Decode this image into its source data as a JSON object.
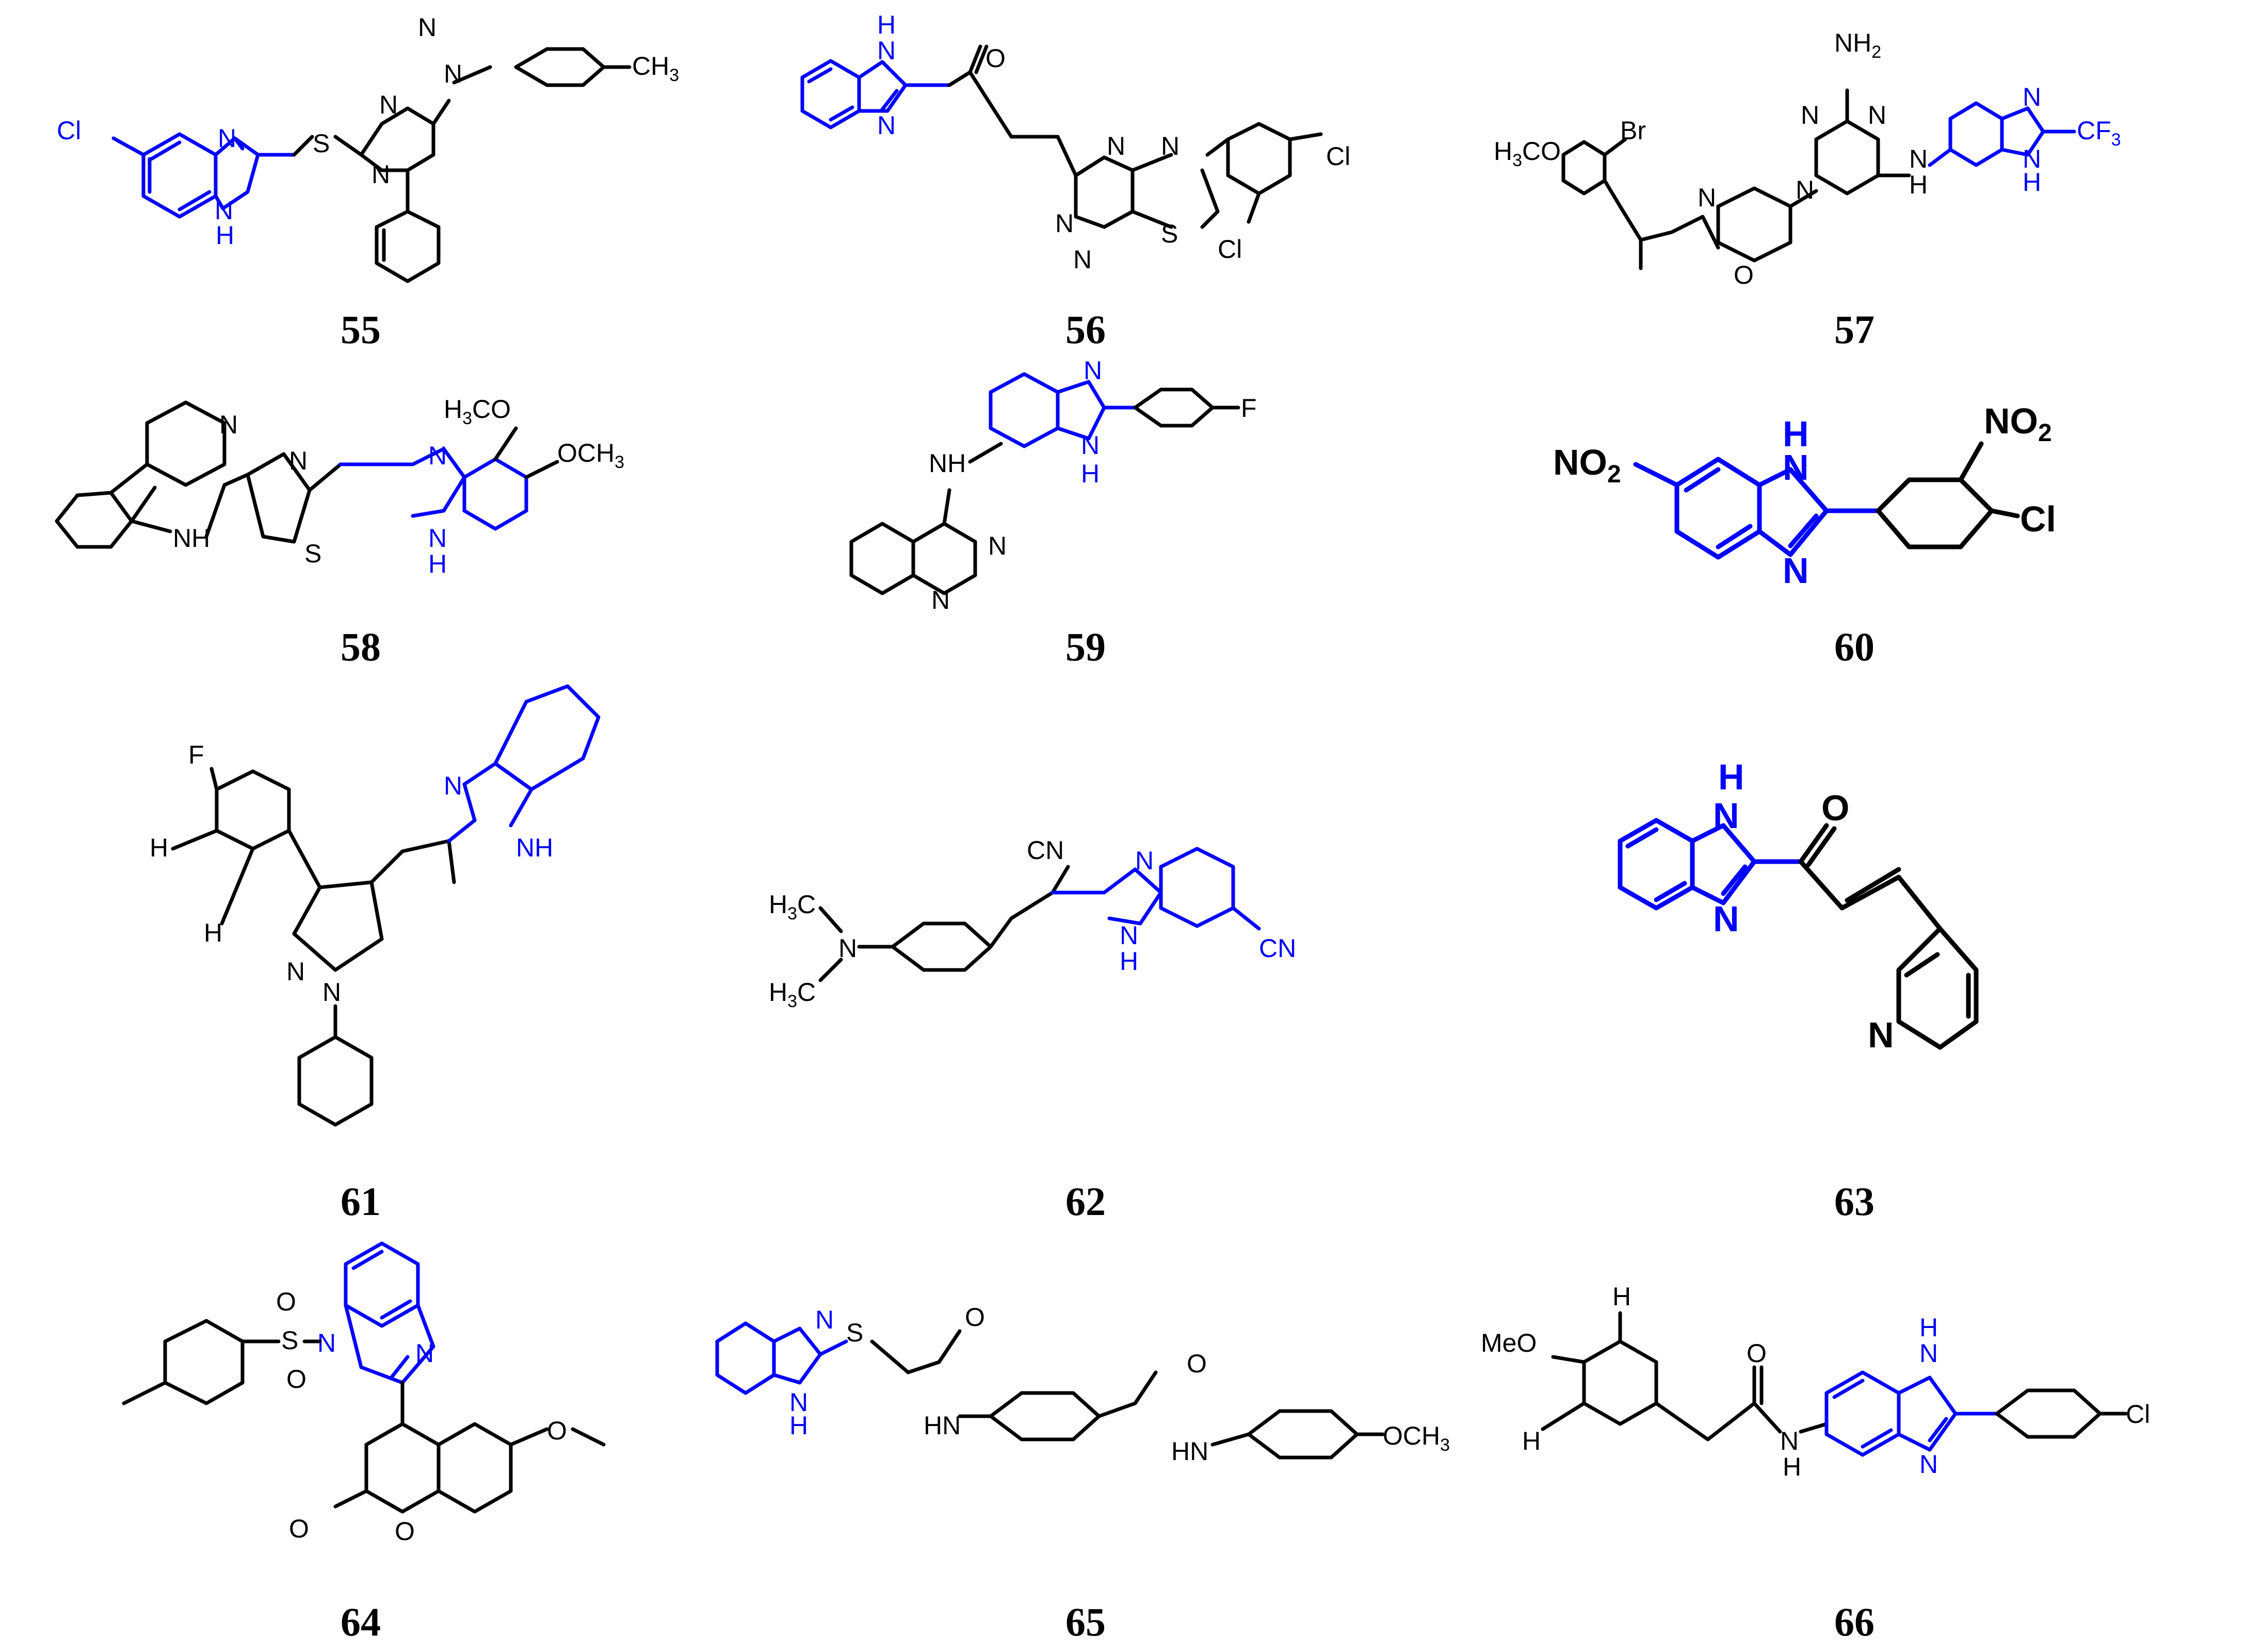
{
  "colors": {
    "scaffold": "#0000ff",
    "substituent": "#000000",
    "background": "#ffffff"
  },
  "compounds": [
    {
      "id": "55",
      "atoms": {
        "cl": "Cl",
        "n_ring": "N",
        "nh": "N",
        "h": "H",
        "s": "S",
        "n1": "N",
        "n2": "N",
        "n3": "N",
        "n_hyd": "N",
        "ch3": "CH",
        "ch3_sub": "3"
      }
    },
    {
      "id": "56",
      "atoms": {
        "h": "H",
        "n1": "N",
        "n2": "N",
        "o": "O",
        "n3": "N",
        "n4": "N",
        "n5": "N",
        "n6": "N",
        "s": "S",
        "cl1": "Cl",
        "cl2": "Cl"
      }
    },
    {
      "id": "57",
      "atoms": {
        "nh2": "NH",
        "nh2_sub": "2",
        "br": "Br",
        "h3co": "H",
        "h3co_sub": "3",
        "h3co_rest": "CO",
        "n1": "N",
        "n2": "N",
        "n_pip1": "N",
        "n_pip2": "N",
        "n_am": "N",
        "h_am": "H",
        "o": "O",
        "n_bz": "N",
        "cf3": "CF",
        "cf3_sub": "3",
        "n_bz2": "N",
        "h_bz": "H"
      }
    },
    {
      "id": "58",
      "atoms": {
        "n_pyr": "N",
        "nh": "NH",
        "n_thz": "N",
        "s": "S",
        "h3co": "H",
        "h3co_sub": "3",
        "h3co_rest": "CO",
        "och3": "OCH",
        "och3_sub": "3",
        "n_bz": "N",
        "n_bz2": "N",
        "h_bz": "H"
      }
    },
    {
      "id": "59",
      "atoms": {
        "nh": "NH",
        "n1": "N",
        "n2": "N",
        "n_bz": "N",
        "n_bz2": "N",
        "h_bz": "H",
        "f": "F"
      }
    },
    {
      "id": "60",
      "atoms": {
        "no2_left": "NO",
        "no2_left_sub": "2",
        "h": "H",
        "n1": "N",
        "n2": "N",
        "no2_right": "NO",
        "no2_right_sub": "2",
        "cl": "Cl"
      }
    },
    {
      "id": "61",
      "atoms": {
        "f": "F",
        "h1": "H",
        "h2": "H",
        "n_bz": "N",
        "nh": "NH",
        "n1": "N",
        "n2": "N"
      }
    },
    {
      "id": "62",
      "atoms": {
        "h3c1": "H",
        "h3c1_sub": "3",
        "h3c1_rest": "C",
        "h3c2": "H",
        "h3c2_sub": "3",
        "h3c2_rest": "C",
        "n": "N",
        "cn1": "CN",
        "n_bz": "N",
        "n_bz2": "N",
        "h_bz": "H",
        "cn2": "CN"
      }
    },
    {
      "id": "63",
      "atoms": {
        "h": "H",
        "n1": "N",
        "n2": "N",
        "o": "O",
        "n_pyr": "N"
      }
    },
    {
      "id": "64",
      "atoms": {
        "o1": "O",
        "s": "S",
        "o2": "O",
        "n1": "N",
        "n2": "N",
        "o_ring": "O",
        "o_co": "O",
        "o_me": "O"
      }
    },
    {
      "id": "65",
      "atoms": {
        "n1": "N",
        "n2": "N",
        "h": "H",
        "s": "S",
        "o1": "O",
        "hn1": "HN",
        "o2": "O",
        "hn2": "HN",
        "och3": "OCH",
        "och3_sub": "3"
      }
    },
    {
      "id": "66",
      "atoms": {
        "meo": "MeO",
        "h1": "H",
        "h2": "H",
        "o": "O",
        "nh_n": "N",
        "nh_h": "H",
        "h_bz": "H",
        "n_bz": "N",
        "n_bz2": "N",
        "cl": "Cl"
      }
    }
  ]
}
